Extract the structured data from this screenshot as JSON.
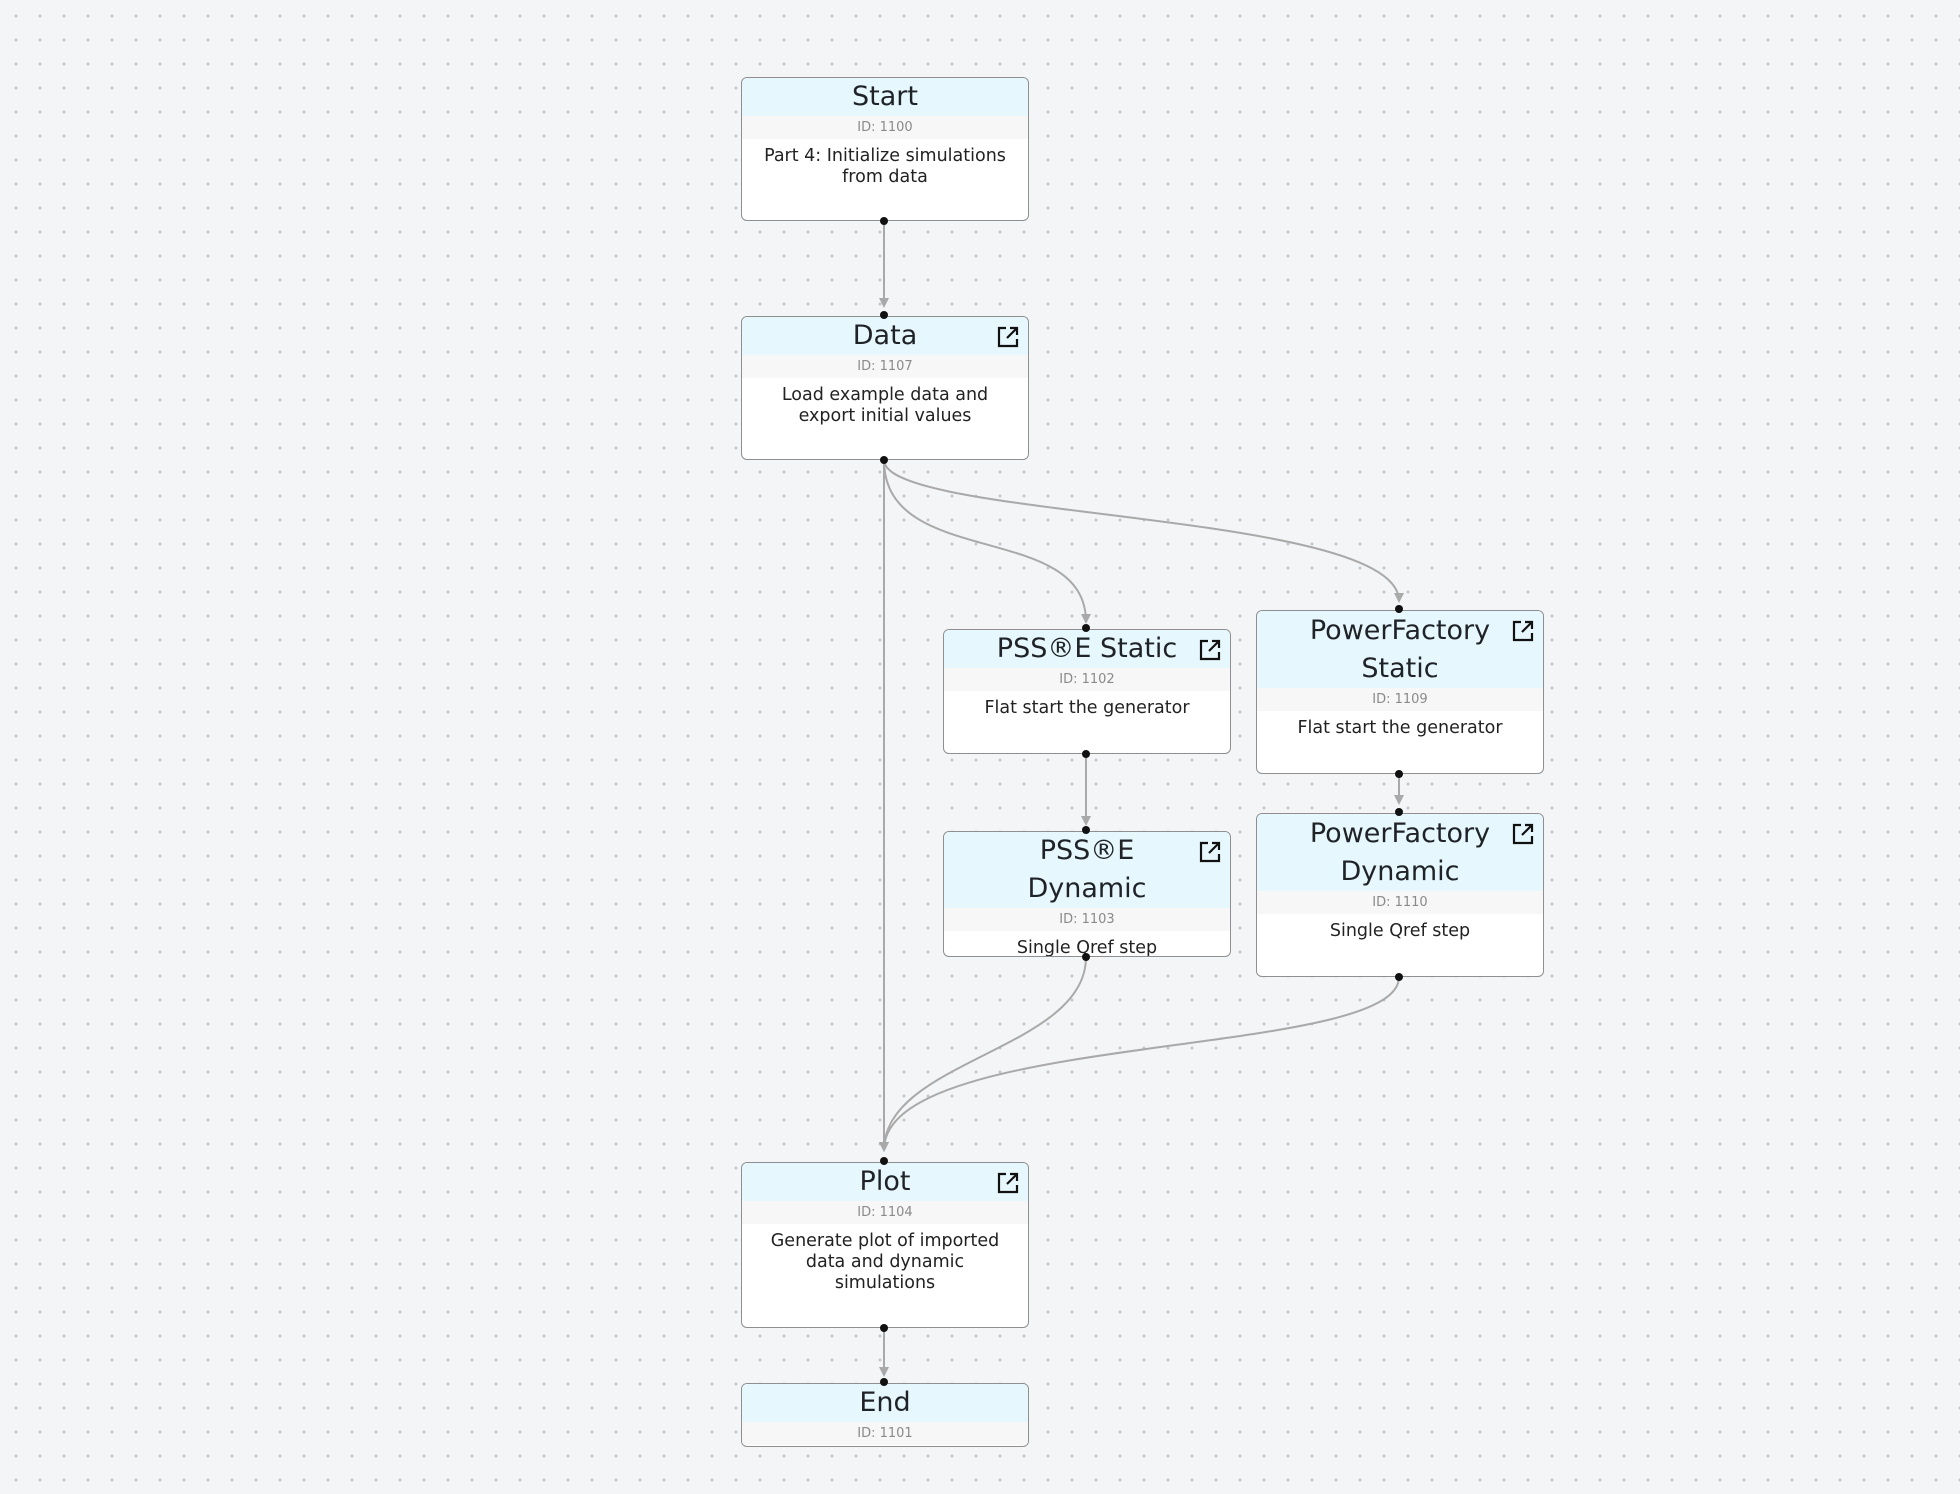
{
  "nodes": {
    "start": {
      "title": "Start",
      "id_label": "ID: 1100",
      "description": "Part 4: Initialize simulations from data"
    },
    "data": {
      "title": "Data",
      "id_label": "ID: 1107",
      "description": "Load example data and export initial values"
    },
    "psse_static": {
      "title": "PSS®E Static",
      "id_label": "ID: 1102",
      "description": "Flat start the generator"
    },
    "pf_static": {
      "title": "PowerFactory Static",
      "id_label": "ID: 1109",
      "description": "Flat start the generator"
    },
    "psse_dynamic": {
      "title": "PSS®E Dynamic",
      "id_label": "ID: 1103",
      "description": "Single Qref step"
    },
    "pf_dynamic": {
      "title": "PowerFactory Dynamic",
      "id_label": "ID: 1110",
      "description": "Single Qref step"
    },
    "plot": {
      "title": "Plot",
      "id_label": "ID: 1104",
      "description": "Generate plot of imported data and dynamic simulations"
    },
    "end": {
      "title": "End",
      "id_label": "ID: 1101"
    }
  },
  "edges": [
    {
      "from": "Start",
      "to": "Data"
    },
    {
      "from": "Data",
      "to": "PSS®E Static"
    },
    {
      "from": "Data",
      "to": "PowerFactory Static"
    },
    {
      "from": "Data",
      "to": "Plot"
    },
    {
      "from": "PSS®E Static",
      "to": "PSS®E Dynamic"
    },
    {
      "from": "PowerFactory Static",
      "to": "PowerFactory Dynamic"
    },
    {
      "from": "PSS®E Dynamic",
      "to": "Plot"
    },
    {
      "from": "PowerFactory Dynamic",
      "to": "Plot"
    },
    {
      "from": "Plot",
      "to": "End"
    }
  ],
  "icons": {
    "open_node": "external-link-icon"
  },
  "colors": {
    "header": "#e6f8fd",
    "edge": "#a9a9a9",
    "handle": "#111111",
    "background": "#f4f5f7"
  }
}
